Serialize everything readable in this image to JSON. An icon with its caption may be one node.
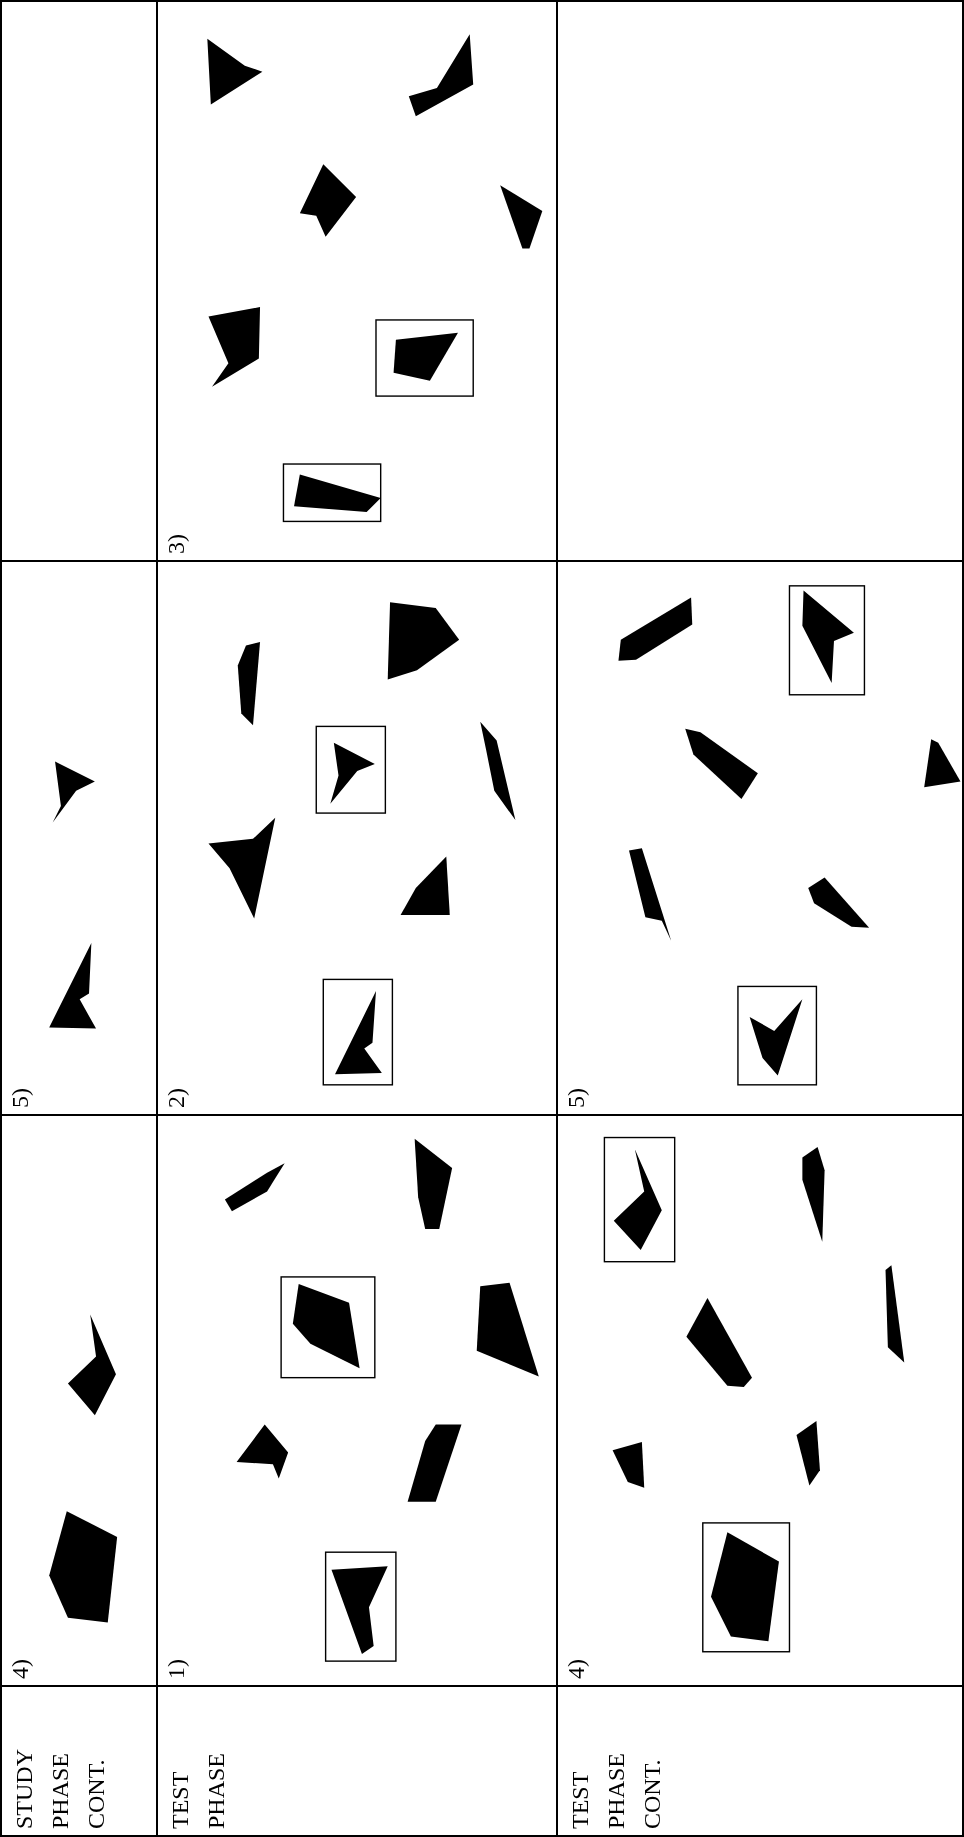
{
  "diagram": {
    "labels": [
      "STUDY PHASE CONT.",
      "4)",
      "5)",
      "TEST PHASE",
      "1)",
      "2)",
      "3)",
      "TEST PHASE CONT.",
      "4)",
      "5)"
    ]
  }
}
